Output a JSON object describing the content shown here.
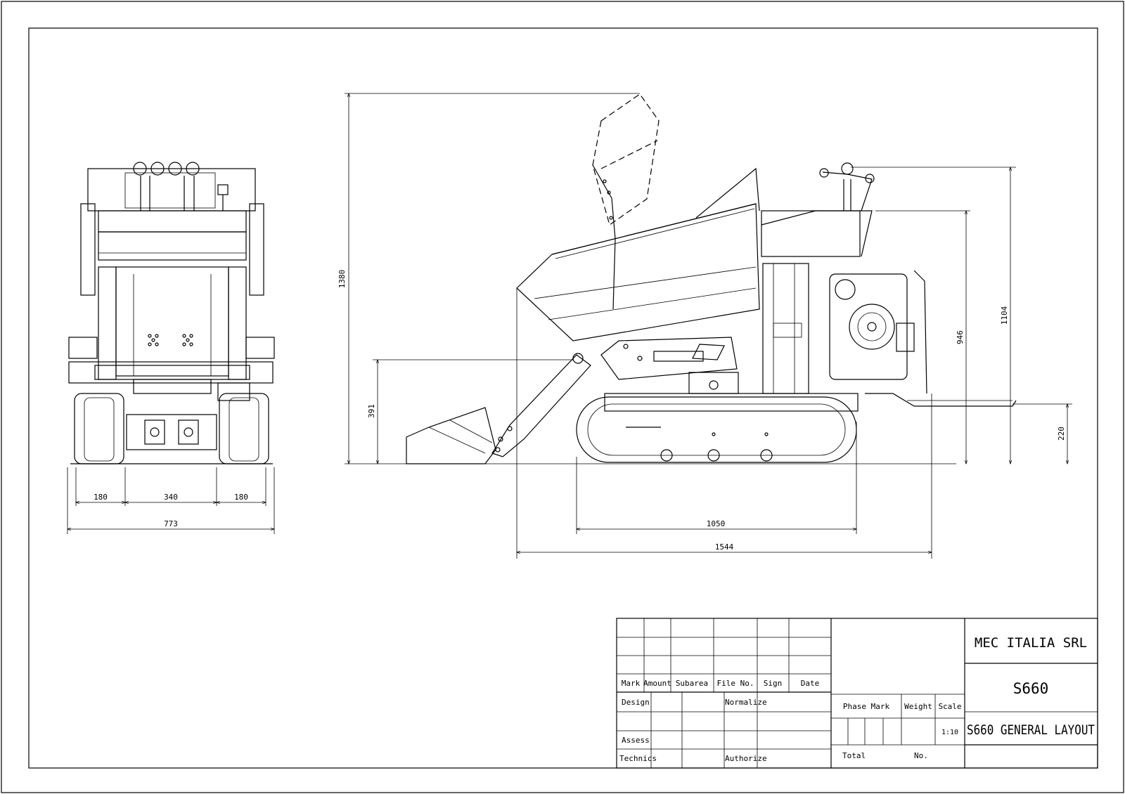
{
  "dimensions": {
    "front_left_track": "180",
    "front_gap": "340",
    "front_right_track": "180",
    "front_total_width": "773",
    "side_total_height": "1380",
    "side_dump_height": "391",
    "side_track_length": "1050",
    "side_total_length": "1544",
    "side_handle_height": "1104",
    "side_body_height": "946",
    "side_platform_height": "220"
  },
  "title_block": {
    "headers": {
      "mark": "Mark",
      "amount": "Amount",
      "subarea": "Subarea",
      "file_no": "File No.",
      "sign": "Sign",
      "date": "Date"
    },
    "rows": {
      "design": "Design",
      "normalize": "Normalize",
      "assess": "Assess",
      "technics": "Technics",
      "authorize": "Authorize"
    },
    "phase_mark": "Phase Mark",
    "weight": "Weight",
    "scale_label": "Scale",
    "scale_value": "1:10",
    "total": "Total",
    "no": "No.",
    "company": "MEC ITALIA SRL",
    "model": "S660",
    "drawing_title": "S660 GENERAL LAYOUT"
  }
}
